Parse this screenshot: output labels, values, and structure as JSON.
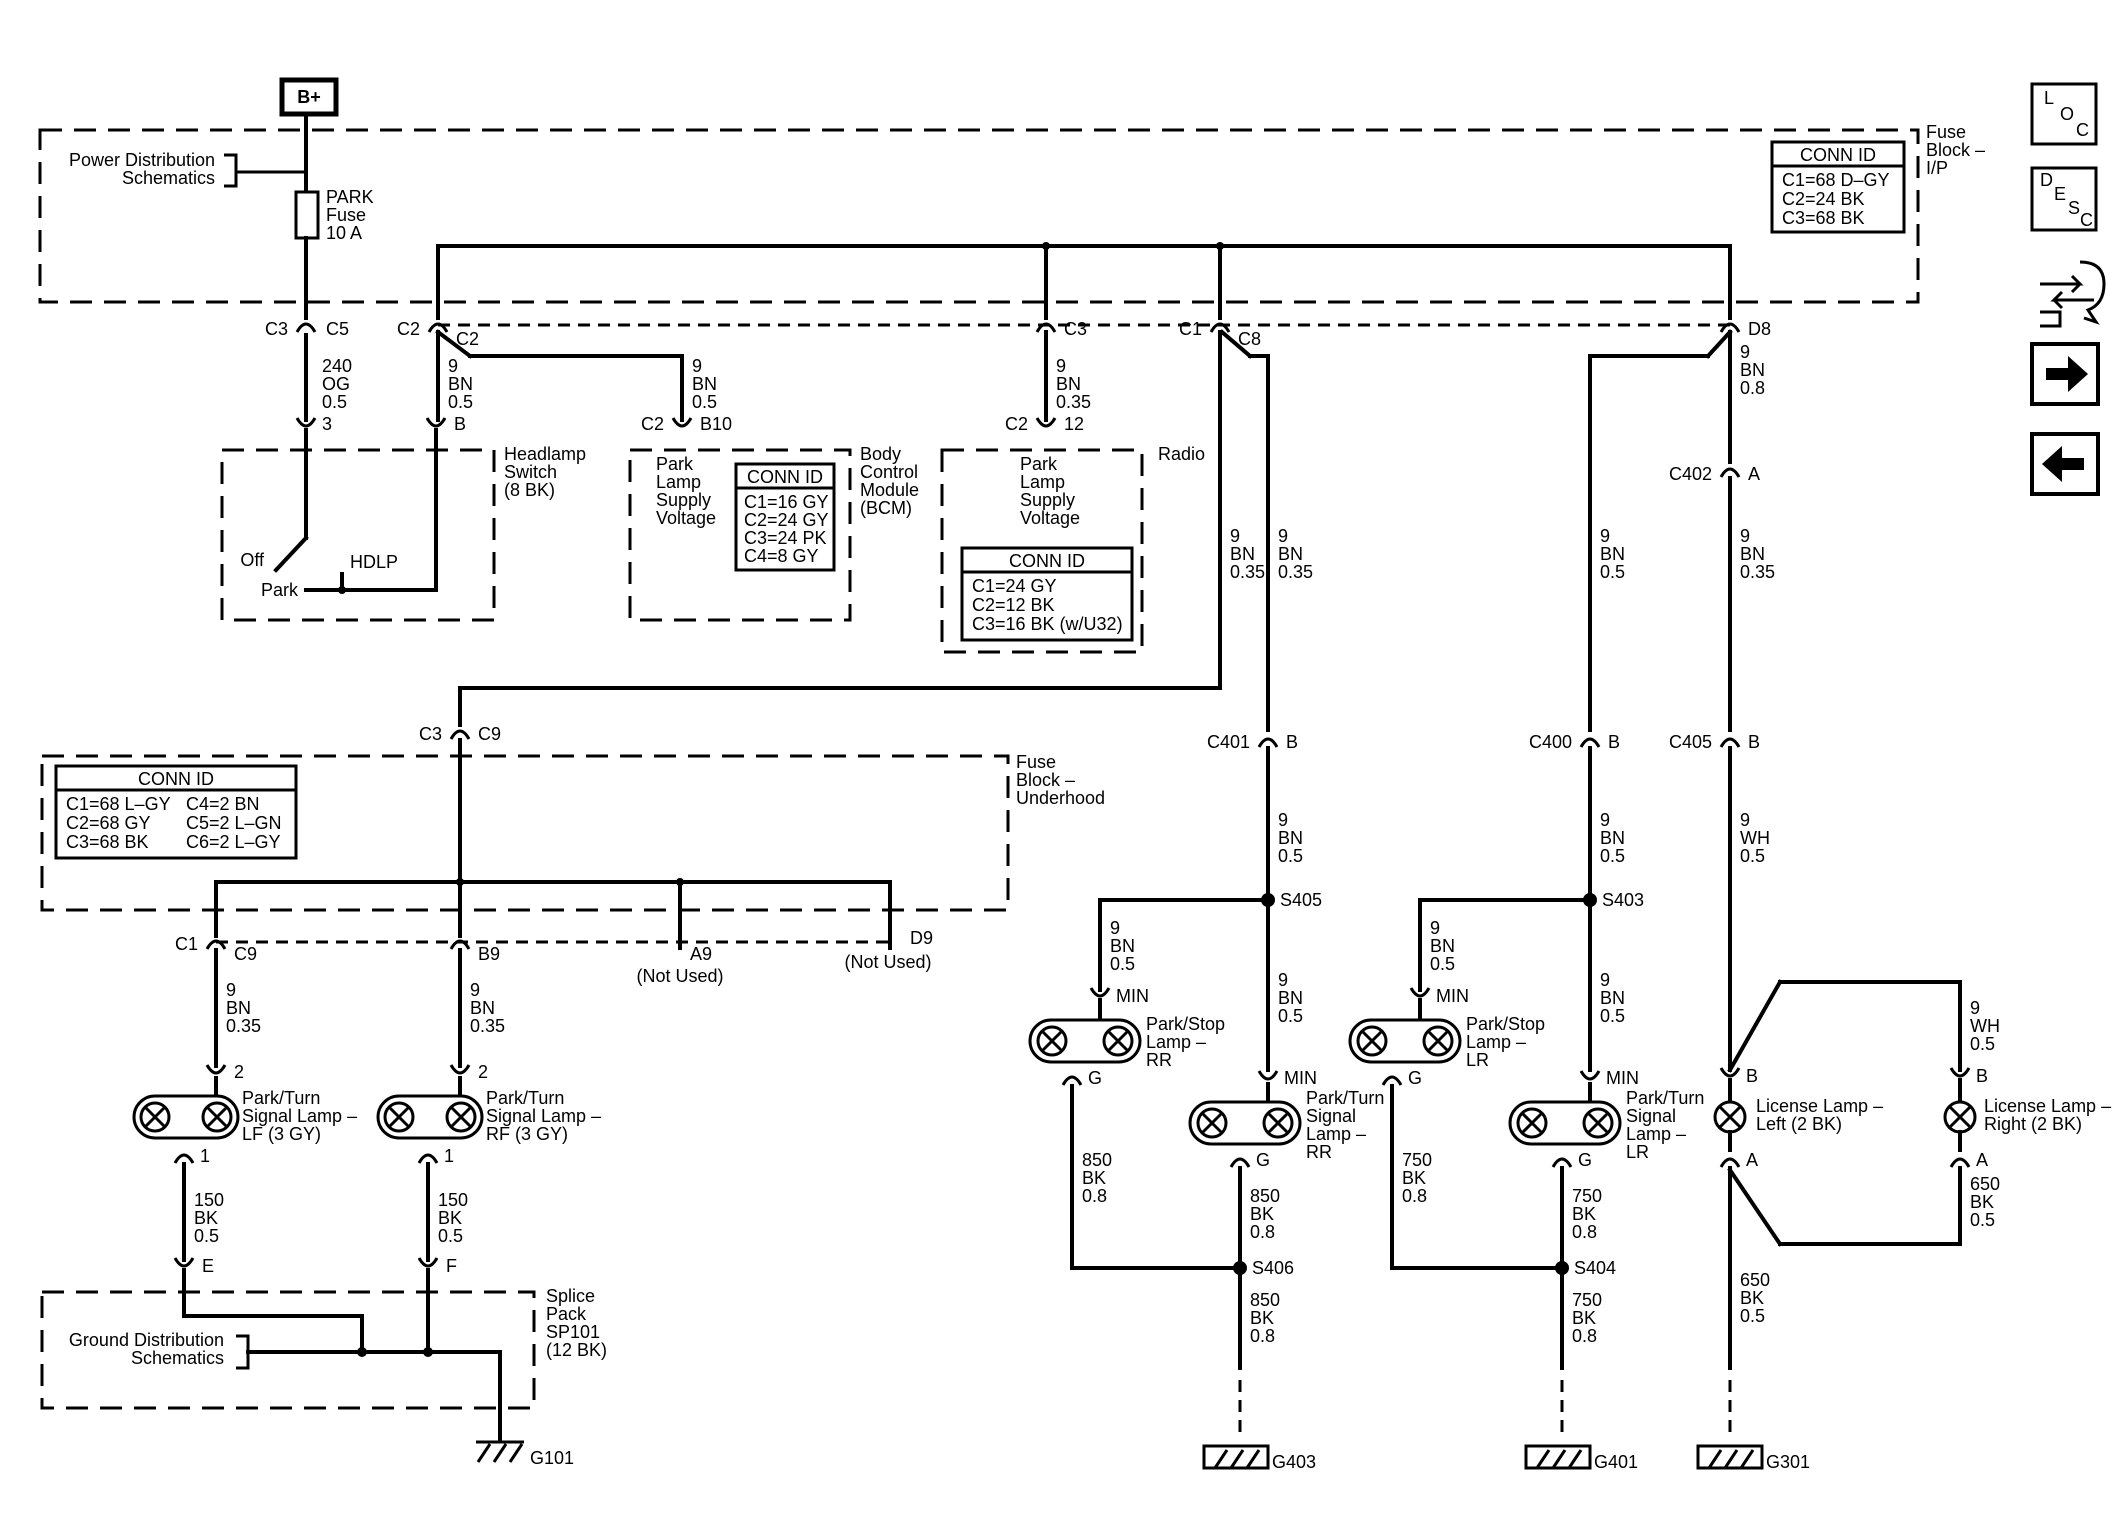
{
  "power": {
    "bplus": "B+",
    "pds_line1": "Power Distribution",
    "pds_line2": "Schematics",
    "fuse_line1": "PARK",
    "fuse_line2": "Fuse",
    "fuse_line3": "10 A"
  },
  "fuse_block_ip": {
    "line1": "Fuse",
    "line2": "Block –",
    "line3": "I/P",
    "conn_title": "CONN ID",
    "conn": [
      "C1=68 D–GY",
      "C2=24 BK",
      "C3=68 BK"
    ]
  },
  "fuse_block_uh": {
    "line1": "Fuse",
    "line2": "Block –",
    "line3": "Underhood",
    "conn_title": "CONN ID",
    "conn_left": [
      "C1=68 L–GY",
      "C2=68 GY",
      "C3=68 BK"
    ],
    "conn_right": [
      "C4=2 BN",
      "C5=2 L–GN",
      "C6=2 L–GY"
    ]
  },
  "headlamp": {
    "line1": "Headlamp",
    "line2": "Switch",
    "line3": "(8 BK)",
    "off": "Off",
    "park": "Park",
    "hdlp": "HDLP"
  },
  "bcm": {
    "line1": "Body",
    "line2": "Control",
    "line3": "Module",
    "line4": "(BCM)",
    "supply": [
      "Park",
      "Lamp",
      "Supply",
      "Voltage"
    ],
    "conn_title": "CONN ID",
    "conn": [
      "C1=16 GY",
      "C2=24 GY",
      "C3=24 PK",
      "C4=8 GY"
    ]
  },
  "radio": {
    "name": "Radio",
    "supply": [
      "Park",
      "Lamp",
      "Supply",
      "Voltage"
    ],
    "conn_title": "CONN ID",
    "conn": [
      "C1=24 GY",
      "C2=12 BK",
      "C3=16 BK (w/U32)"
    ]
  },
  "connectors": {
    "c3": "C3",
    "c5": "C5",
    "c2a": "C2",
    "c2b": "C2",
    "c3b": "C3",
    "c1": "C1",
    "c8": "C8",
    "d8": "D8",
    "p3": "3",
    "pb": "B",
    "c2c": "C2",
    "b10": "B10",
    "c2d": "C2",
    "p12": "12",
    "c402": "C402",
    "a402": "A",
    "c3c": "C3",
    "c9": "C9",
    "c401": "C401",
    "b401": "B",
    "c400": "C400",
    "b400": "B",
    "c405": "C405",
    "b405": "B",
    "c1b": "C1",
    "c9b": "C9",
    "b9": "B9",
    "a9": "A9",
    "not_used_a": "(Not Used)",
    "d9": "D9",
    "not_used_d": "(Not Used)",
    "p2a": "2",
    "p2b": "2",
    "p1a": "1",
    "p1b": "1",
    "pe": "E",
    "pf": "F",
    "min1": "MIN",
    "g1": "G",
    "min2": "MIN",
    "g2": "G",
    "min3": "MIN",
    "g3": "G",
    "min4": "MIN",
    "g4": "G",
    "lb1": "B",
    "la1": "A",
    "lb2": "B",
    "la2": "A"
  },
  "splices": {
    "s405": "S405",
    "s403": "S403",
    "s406": "S406",
    "s404": "S404"
  },
  "wires": {
    "w240": [
      "240",
      "OG",
      "0.5"
    ],
    "w9_bn_05a": [
      "9",
      "BN",
      "0.5"
    ],
    "w9_bn_05b": [
      "9",
      "BN",
      "0.5"
    ],
    "w9_bn_035r": [
      "9",
      "BN",
      "0.35"
    ],
    "w9_bn_08": [
      "9",
      "BN",
      "0.8"
    ],
    "w9_bn_035c1": [
      "9",
      "BN",
      "0.35"
    ],
    "w9_bn_035c2": [
      "9",
      "BN",
      "0.35"
    ],
    "w9_bn_05c400": [
      "9",
      "BN",
      "0.5"
    ],
    "w9_bn_035c402": [
      "9",
      "BN",
      "0.35"
    ],
    "w9_bn_05s405": [
      "9",
      "BN",
      "0.5"
    ],
    "w9_bn_05s403": [
      "9",
      "BN",
      "0.5"
    ],
    "w9_wh_05": [
      "9",
      "WH",
      "0.5"
    ],
    "w9_bn_05rr1": [
      "9",
      "BN",
      "0.5"
    ],
    "w9_bn_05rr2": [
      "9",
      "BN",
      "0.5"
    ],
    "w9_bn_05lr1": [
      "9",
      "BN",
      "0.5"
    ],
    "w9_bn_05lr2": [
      "9",
      "BN",
      "0.5"
    ],
    "w9_wh_05r": [
      "9",
      "WH",
      "0.5"
    ],
    "w9_bn_035lf": [
      "9",
      "BN",
      "0.35"
    ],
    "w9_bn_035rf": [
      "9",
      "BN",
      "0.35"
    ],
    "w150a": [
      "150",
      "BK",
      "0.5"
    ],
    "w150b": [
      "150",
      "BK",
      "0.5"
    ],
    "w850a": [
      "850",
      "BK",
      "0.8"
    ],
    "w850b": [
      "850",
      "BK",
      "0.8"
    ],
    "w850c": [
      "850",
      "BK",
      "0.8"
    ],
    "w750a": [
      "750",
      "BK",
      "0.8"
    ],
    "w750b": [
      "750",
      "BK",
      "0.8"
    ],
    "w750c": [
      "750",
      "BK",
      "0.8"
    ],
    "w650a": [
      "650",
      "BK",
      "0.5"
    ],
    "w650b": [
      "650",
      "BK",
      "0.5"
    ]
  },
  "lamps": {
    "lf": [
      "Park/Turn",
      "Signal Lamp –",
      "LF (3 GY)"
    ],
    "rf": [
      "Park/Turn",
      "Signal Lamp –",
      "RF (3 GY)"
    ],
    "rr_stop": [
      "Park/Stop",
      "Lamp –",
      "RR"
    ],
    "rr_turn": [
      "Park/Turn",
      "Signal",
      "Lamp –",
      "RR"
    ],
    "lr_stop": [
      "Park/Stop",
      "Lamp –",
      "LR"
    ],
    "lr_turn": [
      "Park/Turn",
      "Signal",
      "Lamp –",
      "LR"
    ],
    "lic_left": [
      "License Lamp –",
      "Left (2 BK)"
    ],
    "lic_right": [
      "License Lamp –",
      "Right (2 BK)"
    ]
  },
  "ground": {
    "gds_line1": "Ground Distribution",
    "gds_line2": "Schematics",
    "sp_line1": "Splice",
    "sp_line2": "Pack",
    "sp_line3": "SP101",
    "sp_line4": "(12 BK)",
    "g101": "G101",
    "g403": "G403",
    "g401": "G401",
    "g301": "G301"
  },
  "nav": {
    "loc": [
      "L",
      "O",
      "C"
    ],
    "desc": [
      "D",
      "E",
      "S",
      "C"
    ]
  }
}
